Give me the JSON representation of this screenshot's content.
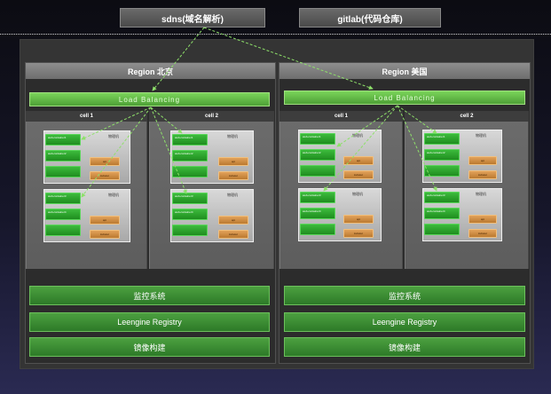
{
  "top": {
    "sdns": "sdns(域名解析)",
    "gitlab": "gitlab(代码仓库)"
  },
  "regions": [
    {
      "title": "Region 北京",
      "lb": "Load Balancing",
      "cells": [
        {
          "title": "cell 1",
          "hosts": [
            {
              "label": "物理机",
              "g": [
                "web-container1",
                "web-container2",
                ""
              ],
              "o": [
                "api",
                "kubelet"
              ]
            },
            {
              "label": "物理机",
              "g": [
                "web-container3",
                "web-container4",
                ""
              ],
              "o": [
                "api",
                "kubelet"
              ]
            }
          ]
        },
        {
          "title": "cell 2",
          "hosts": [
            {
              "label": "物理机",
              "g": [
                "web-container1",
                "web-container2",
                ""
              ],
              "o": [
                "api",
                "kubelet"
              ]
            },
            {
              "label": "物理机",
              "g": [
                "web-container3",
                "web-container4",
                ""
              ],
              "o": [
                "api",
                "kubelet"
              ]
            }
          ]
        }
      ],
      "bars": [
        "监控系统",
        "Leengine Registry",
        "镜像构建"
      ]
    },
    {
      "title": "Region 美国",
      "lb": "Load  Balancing",
      "cells": [
        {
          "title": "cell 1",
          "hosts": [
            {
              "label": "物理机",
              "g": [
                "web-container1",
                "web-container2",
                ""
              ],
              "o": [
                "api",
                "kubelet"
              ]
            },
            {
              "label": "物理机",
              "g": [
                "web-container3",
                "web-container4",
                ""
              ],
              "o": [
                "api",
                "kubelet"
              ]
            }
          ]
        },
        {
          "title": "cell 2",
          "hosts": [
            {
              "label": "物理机",
              "g": [
                "web-container1",
                "web-container2",
                ""
              ],
              "o": [
                "api",
                "kubelet"
              ]
            },
            {
              "label": "物理机",
              "g": [
                "web-container3",
                "web-container4",
                ""
              ],
              "o": [
                "api",
                "kubelet"
              ]
            }
          ]
        }
      ],
      "bars": [
        "监控系统",
        "Leengine Registry",
        "镜像构建"
      ]
    }
  ],
  "colors": {
    "accent": "#4ea036",
    "arrow": "#8ee06a",
    "orange": "#d08c40"
  }
}
